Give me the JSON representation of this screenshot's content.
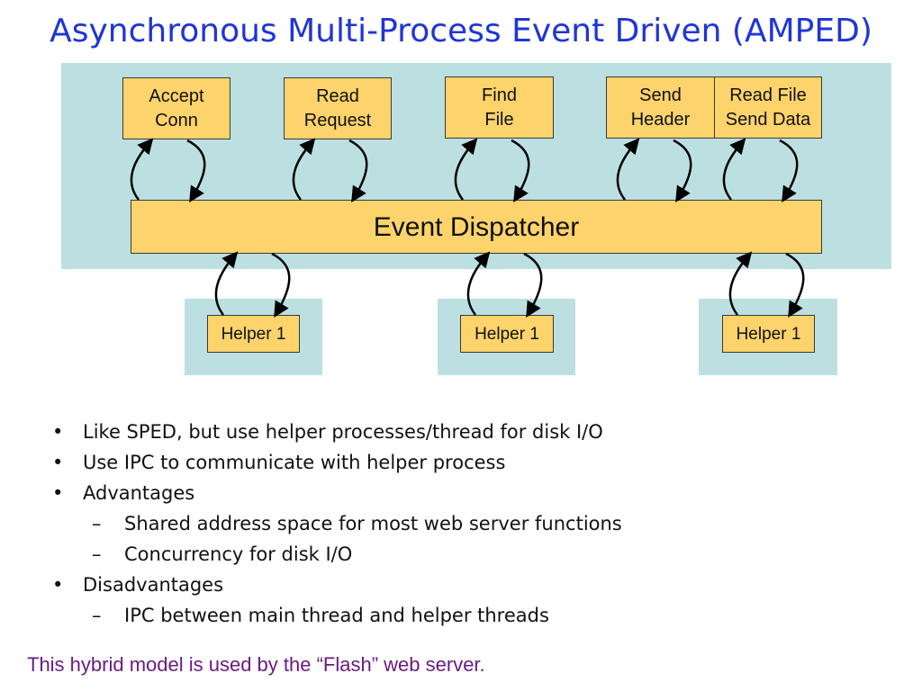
{
  "title": "Asynchronous Multi-Process Event Driven (AMPED)",
  "stages": [
    {
      "label": "Accept\nConn"
    },
    {
      "label": "Read\nRequest"
    },
    {
      "label": "Find\nFile"
    },
    {
      "label": "Send\nHeader"
    },
    {
      "label": "Read File\nSend Data"
    }
  ],
  "dispatcher": "Event Dispatcher",
  "helpers": [
    "Helper 1",
    "Helper 1",
    "Helper 1"
  ],
  "bullets": [
    {
      "text": "Like SPED, but use helper processes/thread for disk I/O",
      "marker": "•",
      "level": 1
    },
    {
      "text": "Use IPC to communicate with helper process",
      "marker": "•",
      "level": 1
    },
    {
      "text": "Advantages",
      "marker": "•",
      "level": 1
    },
    {
      "text": "Shared address space for most web server functions",
      "marker": "–",
      "level": 2
    },
    {
      "text": "Concurrency for disk I/O",
      "marker": "–",
      "level": 2
    },
    {
      "text": "Disadvantages",
      "marker": "•",
      "level": 1
    },
    {
      "text": "IPC between main thread and helper threads",
      "marker": "–",
      "level": 2
    }
  ],
  "footer": "This hybrid model is used by the “Flash” web server.",
  "colors": {
    "title": "#1f35d8",
    "panel": "#bce0e2",
    "box": "#fdd36b",
    "footer": "#6a1c80"
  }
}
